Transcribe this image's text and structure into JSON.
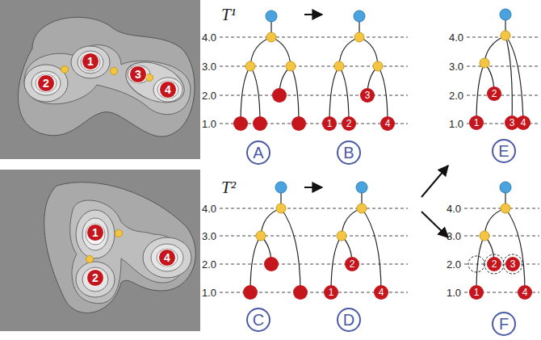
{
  "diagram": {
    "nodes": [
      {
        "text": [
          "1"
        ]
      },
      {
        "text": [
          "2"
        ]
      },
      {
        "text": [
          "3"
        ]
      },
      {
        "text": [
          "4"
        ]
      },
      {
        "text": [
          "1"
        ]
      },
      {
        "text": [
          "2"
        ]
      },
      {
        "text": [
          "4"
        ]
      },
      {
        "text": [
          "1"
        ]
      },
      {
        "text": [
          "2"
        ]
      },
      {
        "text": [
          "3"
        ]
      },
      {
        "text": [
          "4"
        ]
      },
      {
        "text": [
          "1"
        ]
      },
      {
        "text": [
          "2"
        ]
      },
      {
        "text": [
          "3"
        ]
      },
      {
        "text": [
          "4"
        ]
      },
      {
        "text": [
          "1"
        ]
      },
      {
        "text": [
          "2"
        ]
      },
      {
        "text": [
          "4"
        ]
      },
      {
        "text": [
          "1"
        ]
      },
      {
        "text": [
          "2"
        ]
      },
      {
        "text": [
          "3"
        ]
      },
      {
        "text": [
          "4"
        ]
      },
      {
        "text": [
          "A"
        ]
      },
      {
        "text": [
          "B"
        ]
      },
      {
        "text": [
          "E"
        ]
      },
      {
        "text": [
          "C"
        ]
      },
      {
        "text": [
          "D"
        ]
      },
      {
        "text": [
          "F"
        ]
      }
    ],
    "labels": [
      "T¹",
      "4.0",
      "3.0",
      "2.0",
      "1.0",
      "4.0",
      "3.0",
      "2.0",
      "1.0",
      "T²",
      "4.0",
      "3.0",
      "2.0",
      "1.0",
      "4.0",
      "3.0",
      "2.0",
      "1.0"
    ]
  }
}
